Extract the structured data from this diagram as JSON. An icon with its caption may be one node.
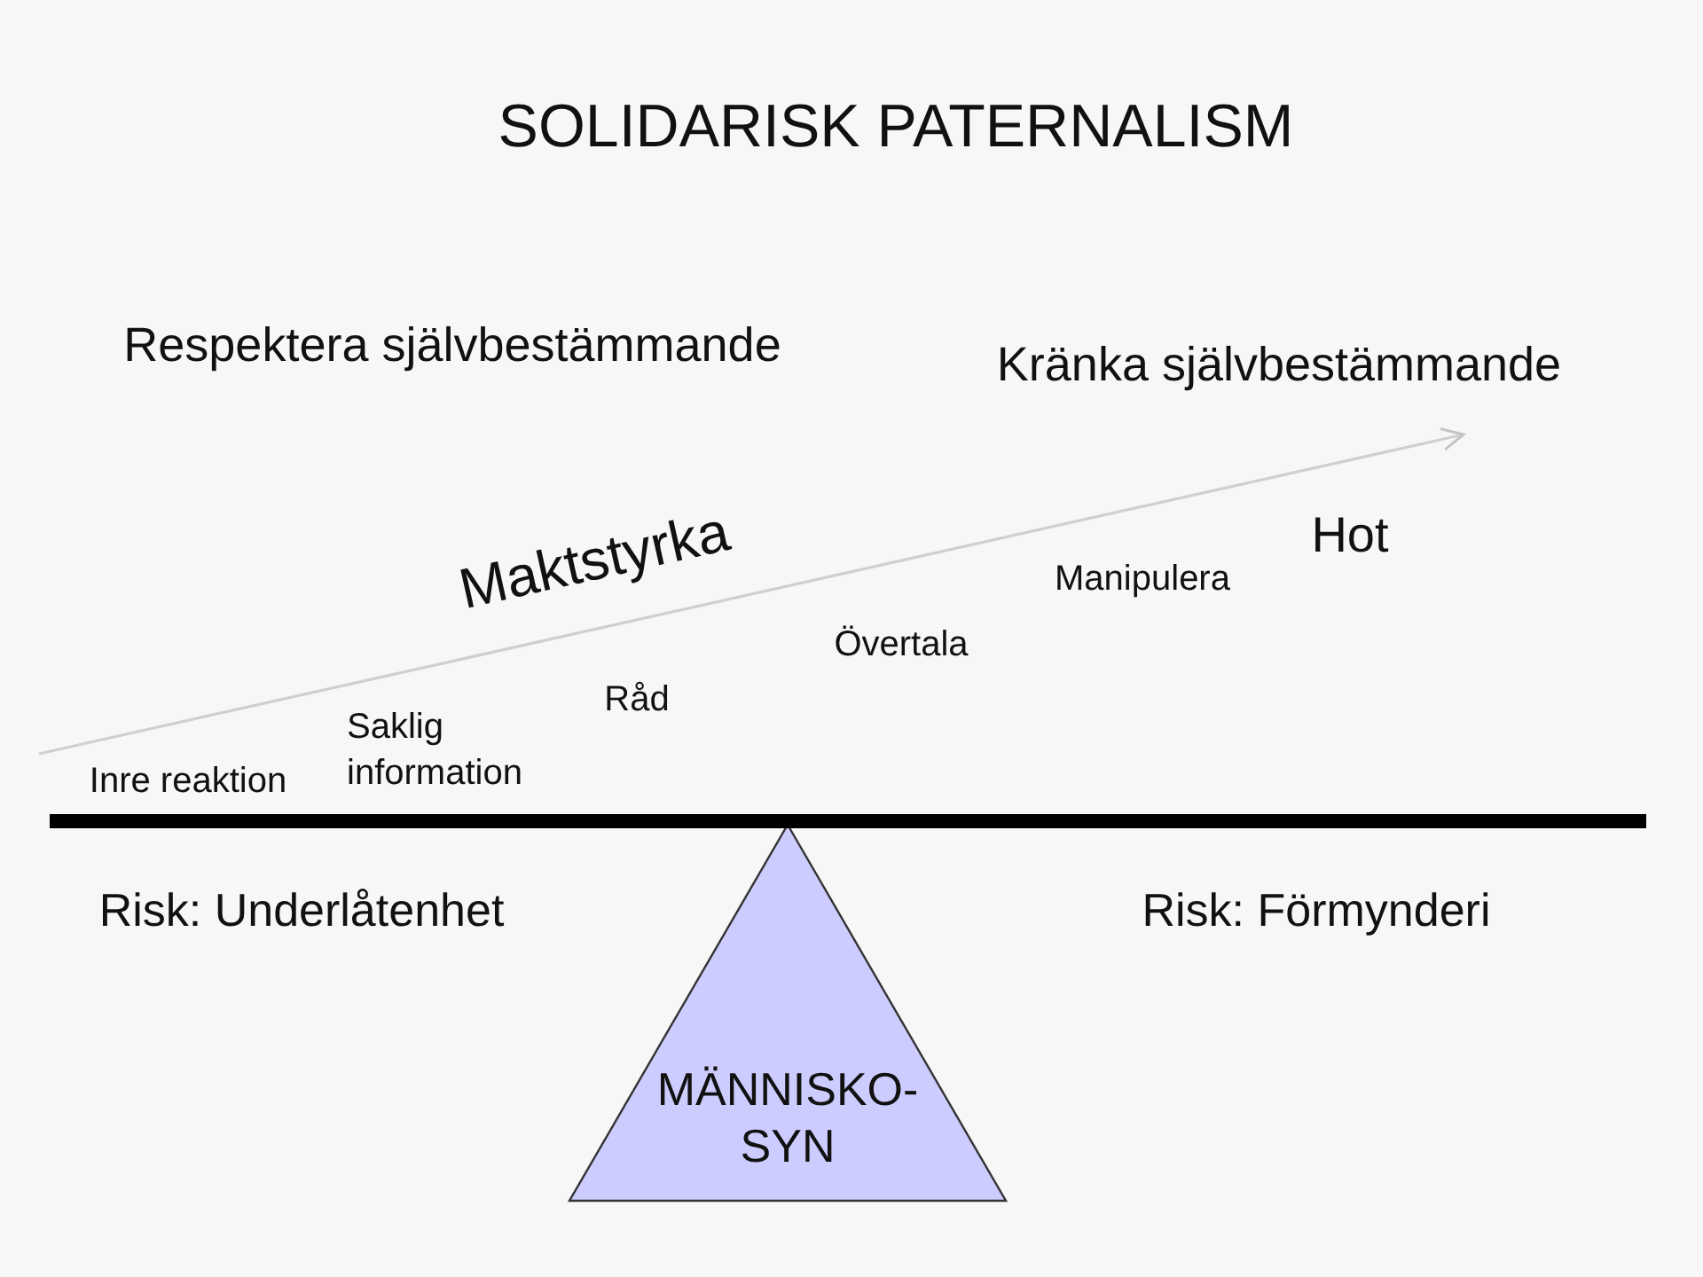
{
  "diagram": {
    "title": "SOLIDARISK PATERNALISM",
    "nodes": [
      {
        "text": [
          "MÄNNISKO- SYN"
        ]
      }
    ],
    "labels": [
      "Respektera självbestämmande",
      "Kränka självbestämmande",
      "Maktstyrka",
      "Inre reaktion",
      "Saklig information",
      "Råd",
      "Övertala",
      "Manipulera",
      "Hot",
      "Risk: Underlåtenhet",
      "Risk: Förmynderi"
    ]
  }
}
